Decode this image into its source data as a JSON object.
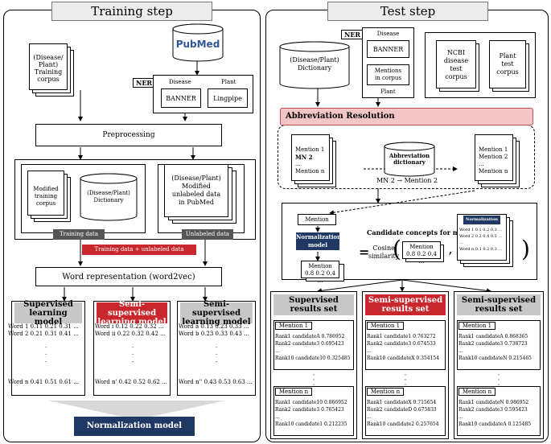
{
  "training": {
    "title": "Training step",
    "pubmed": "PubMed",
    "training_corpus": [
      "(Disease/",
      "Plant)",
      "Training",
      "corpus"
    ],
    "ner_label": "NER",
    "disease_label": "Disease",
    "plant_label": "Plant",
    "banner": "BANNER",
    "lingpipe": "Lingpipe",
    "preprocessing": "Preprocessing",
    "modified_training_corpus": [
      "Modified",
      "training",
      "corpus"
    ],
    "dictionary": [
      "(Disease/Plant)",
      "Dictionary"
    ],
    "modified_unlabeled": [
      "(Disease/Plant)",
      "Modified",
      "unlabeled data",
      "in PubMed"
    ],
    "training_data": "Training data",
    "unlabeled_data": "Unlabeled data",
    "combined_data": "Training data + unlabeled data",
    "word_representation": "Word representation (word2vec)",
    "models": [
      {
        "name": "Supervised learning model",
        "rows": [
          "Word 1   0.11 0.21 0.31 ...",
          "Word 2   0.21 0.31 0.41 ...",
          "Word n   0.41 0.51 0.61 ..."
        ]
      },
      {
        "name": "Semi-supervised learning model",
        "rows": [
          "Word i   0.12 0.22 0.32 ...",
          "Word ii  0.22 0.32 0.42 ...",
          "Word n'  0.42 0.52 0.62 ..."
        ]
      },
      {
        "name": "Semi-supervised learning model",
        "rows": [
          "Word a   0.13 0.23 0.33 ...",
          "Word b   0.23 0.33 0.43 ...",
          "Word n''  0.43 0.53 0.63 ..."
        ]
      }
    ],
    "normalization_model": "Normalization model"
  },
  "test": {
    "title": "Test step",
    "ner_label": "NER",
    "disease_label": "Disease",
    "plant_label": "Plant",
    "banner": "BANNER",
    "mentions_in_corpus": [
      "Mentions",
      "in corpus"
    ],
    "ncbi_corpus": [
      "NCBI",
      "disease",
      "test",
      "corpus"
    ],
    "plant_corpus": [
      "Plant",
      "test",
      "corpus"
    ],
    "dictionary": [
      "(Disease/Plant)",
      "Dictionary"
    ],
    "abbreviation_resolution": "Abbreviation Resolution",
    "left_mentions": [
      "Mention 1",
      "MN 2",
      "...",
      "Mention n"
    ],
    "abbreviation_dictionary": [
      "Abbreviation",
      "dictionary"
    ],
    "mapping": "MN 2 → Mention 2",
    "right_mentions": [
      "Mention 1",
      "Mention 2",
      "...",
      "Mention n"
    ],
    "mention": "Mention",
    "normalization_model_small": [
      "Normalization",
      "model"
    ],
    "candidate_concepts": "Candidate concepts for mention",
    "equals": "=",
    "cosine_similarity": [
      "Cosine",
      "similarity"
    ],
    "mention_vec": [
      "Mention",
      "0.8 0.2 0.4 ..."
    ],
    "norm_model_header": "Normalization model",
    "norm_model_rows": [
      "Word 1  0.1 0.2 0.3 ...",
      "Word 2  0.2 0.4 0.5 ...",
      "...",
      "Word n  0.1 0.2 0.3 ..."
    ],
    "results": [
      {
        "name": "Supervised results set",
        "m1": "Mention 1",
        "m1_rows": [
          "Rank1 candidateA 0.786952",
          "Rank2 candidate3 0.695423",
          "...",
          "Rank10 candidate10 0.325485"
        ],
        "mn": "Mention n",
        "mn_rows": [
          "Rank1 candidate10 0.866952",
          "Rank2 candidate3 0.765423",
          "...",
          "Rank10 candidate1 0.212235"
        ]
      },
      {
        "name": "Semi-supervised results set",
        "m1": "Mention 1",
        "m1_rows": [
          "Rank1 candidate1 0.763272",
          "Rank2 candidate3 0.674533",
          "...",
          "Rank10 candidateX 0.354154"
        ],
        "mn": "Mention n",
        "mn_rows": [
          "Rank1 candidateX 0.715654",
          "Rank2 candidateD 0.675833",
          "...",
          "Rank10 candidate2 0.257654"
        ]
      },
      {
        "name": "Semi-supervised results set",
        "m1": "Mention 1",
        "m1_rows": [
          "Rank1 candidateA 0.868365",
          "Rank2 candidate3 0.738723",
          "...",
          "Rank10 candidateN 0.215465"
        ],
        "mn": "Mention n",
        "mn_rows": [
          "Rank1 candidateN 0.986952",
          "Rank2 candidate3 0.595423",
          "...",
          "Rank10 candidateA 0.125485"
        ]
      }
    ]
  },
  "colors": {
    "model_grey": "#c8c8c8",
    "model_red": "#c8282d",
    "navy": "#1f3864",
    "abbr_pink": "#f2c6c6",
    "abbr_border": "#c0504d",
    "header_grey": "#ececec"
  }
}
